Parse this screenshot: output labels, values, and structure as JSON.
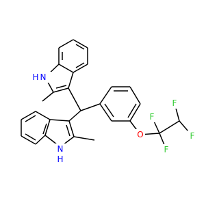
{
  "atom_labels": {
    "nh_upper": "H",
    "n_upper": "N",
    "nh_lower": "H",
    "n_lower": "N",
    "ether_o": "O",
    "f1": "F",
    "f2": "F",
    "f3": "F",
    "f4": "F"
  },
  "colors": {
    "bond": "#000000",
    "nitrogen": "#0000ff",
    "oxygen": "#ff0000",
    "fluorine": "#33cc33",
    "background": "#ffffff"
  }
}
